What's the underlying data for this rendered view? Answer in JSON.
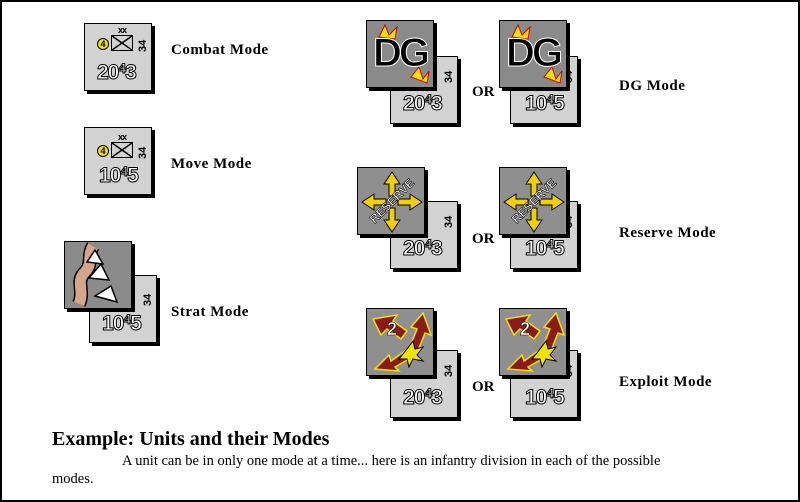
{
  "title": "Example: Units and their Modes",
  "description": "A unit can be in only one mode at a time... here is an infantry division in each of the possible modes.",
  "or_label": "OR",
  "unit": {
    "size": "xx",
    "id": "34",
    "badge": "4",
    "combat_factors": {
      "attack": "20",
      "mid": "4",
      "defense": "3"
    },
    "move_factors": {
      "attack": "10",
      "mid": "4",
      "defense": "5"
    }
  },
  "modes": [
    {
      "key": "combat",
      "label": "Combat  Mode"
    },
    {
      "key": "move",
      "label": "Move Mode"
    },
    {
      "key": "strat",
      "label": "Strat Mode"
    },
    {
      "key": "dg",
      "label": "DG Mode",
      "marker_text": "DG"
    },
    {
      "key": "reserve",
      "label": "Reserve  Mode",
      "marker_text": "RESERVE"
    },
    {
      "key": "exploit",
      "label": "Exploit  Mode",
      "marker_text": "2"
    }
  ],
  "colors": {
    "counter_face": "#d2d2d2",
    "marker_grey": "#8a8a8a",
    "badge_yellow": "#f3e100",
    "exploit_red": "#8b1a1a",
    "reserve_yellow": "#f0d000",
    "strat_tan": "#d7a58a"
  }
}
